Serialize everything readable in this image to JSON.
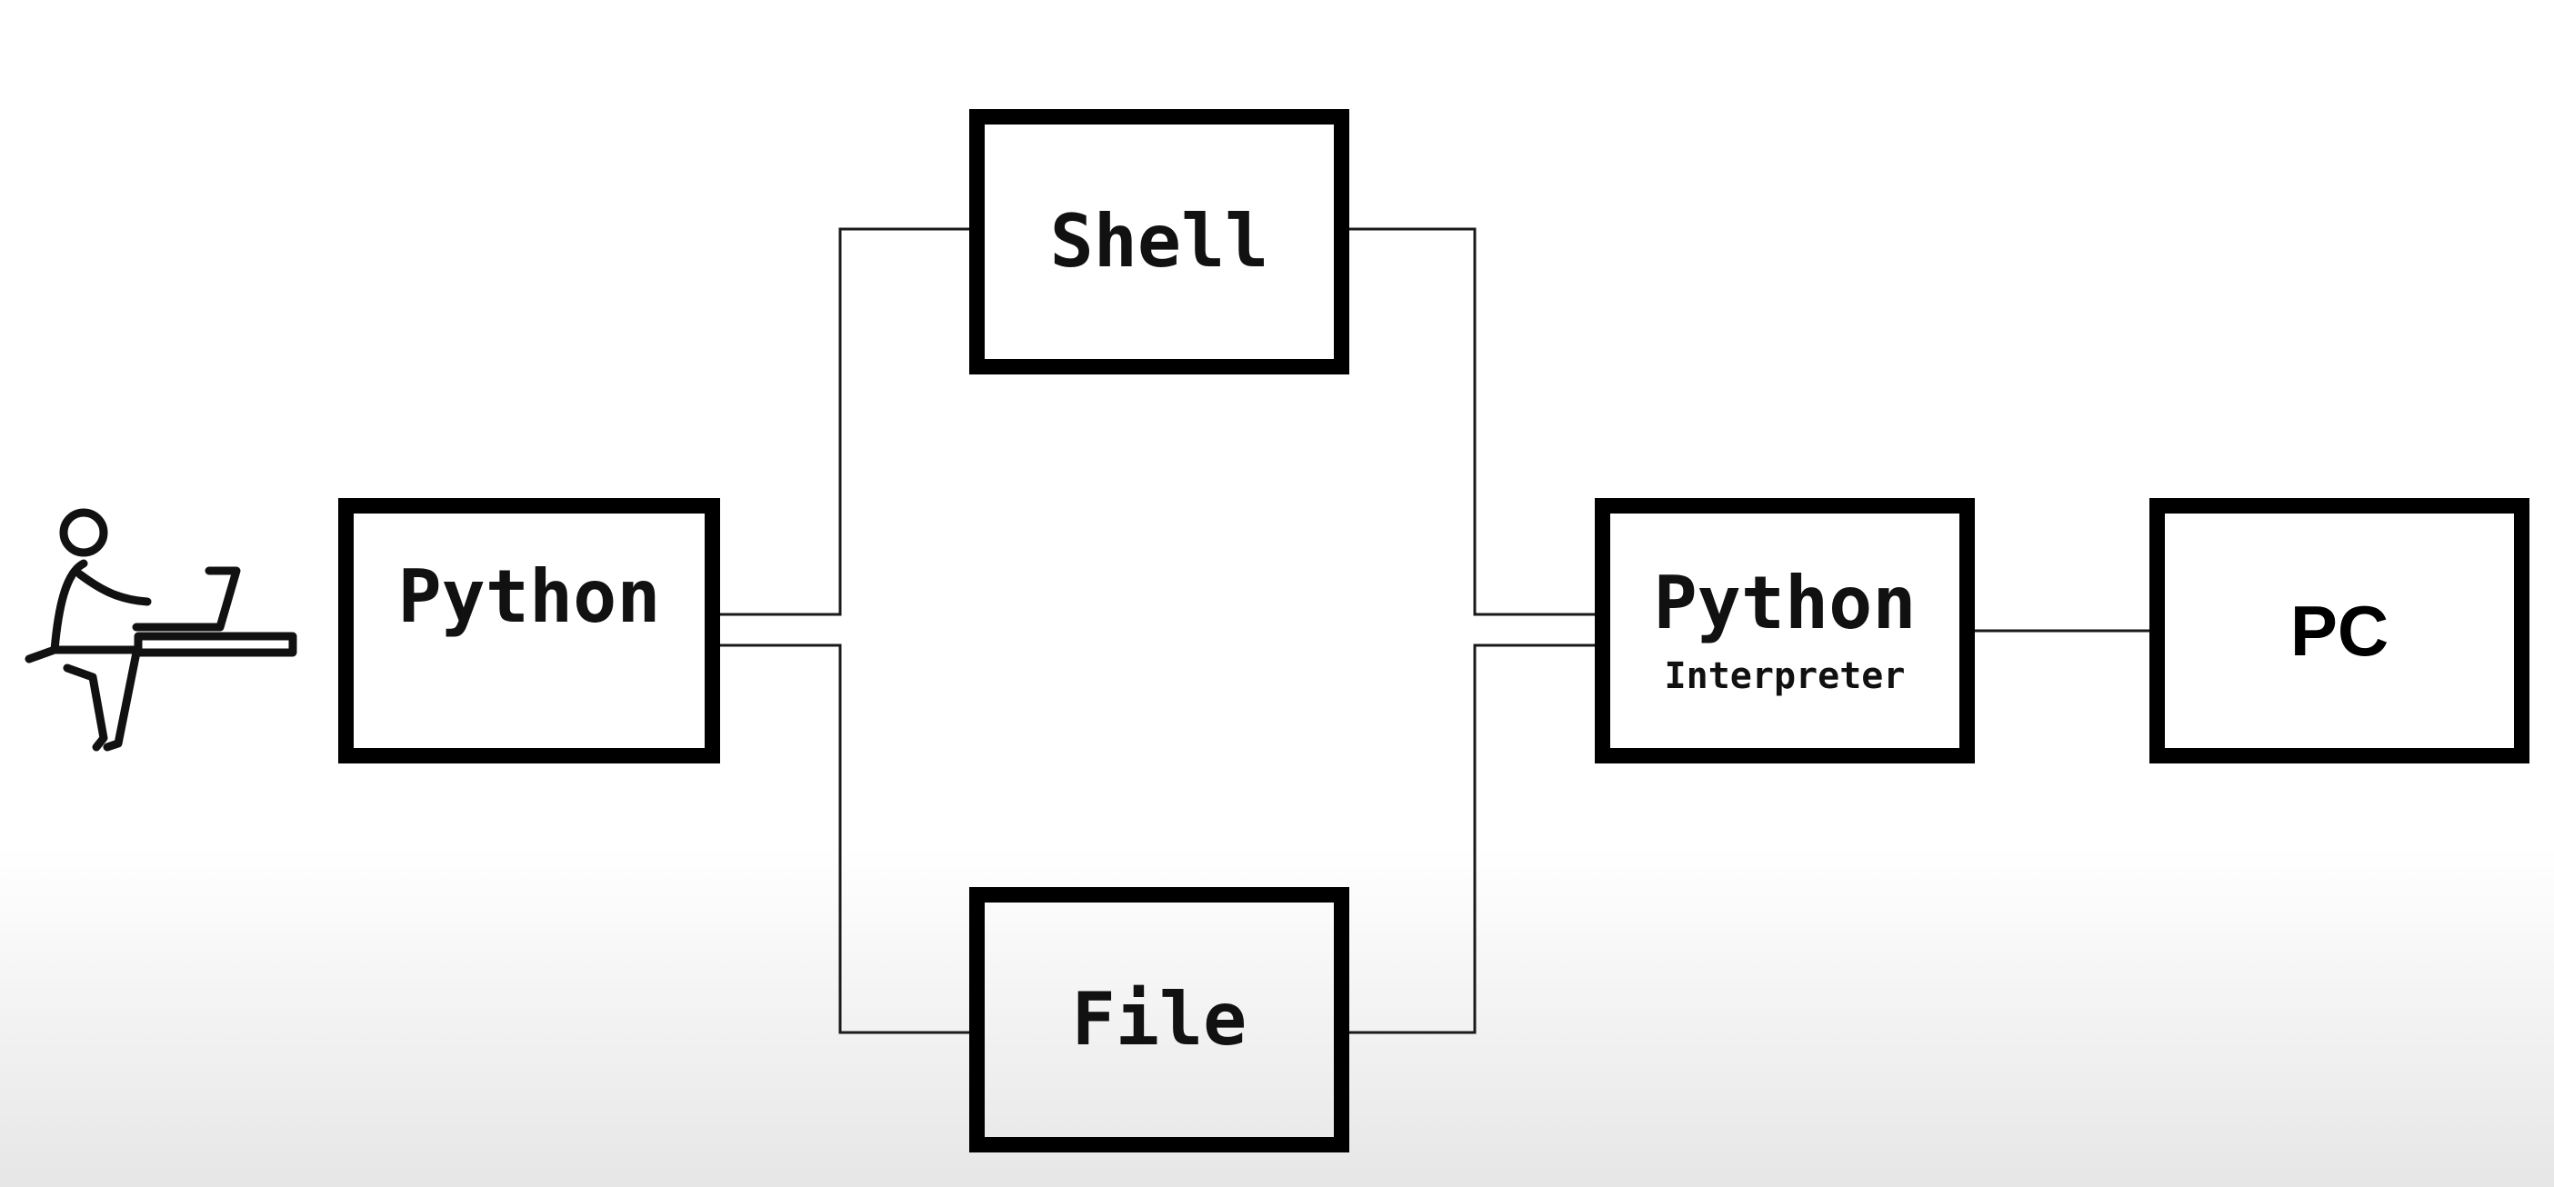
{
  "diagram": {
    "nodes": {
      "python": {
        "label": "Python"
      },
      "shell": {
        "label": "Shell"
      },
      "file": {
        "label": "File"
      },
      "interpreter": {
        "label": "Python",
        "sublabel": "Interpreter"
      },
      "pc": {
        "label": "PC"
      }
    },
    "user_icon": "person-at-laptop-icon",
    "edges": [
      {
        "from": "python",
        "to": "shell"
      },
      {
        "from": "python",
        "to": "file"
      },
      {
        "from": "shell",
        "to": "interpreter"
      },
      {
        "from": "file",
        "to": "interpreter"
      },
      {
        "from": "interpreter",
        "to": "pc"
      }
    ],
    "colors": {
      "stroke": "#000000",
      "text": "#111111",
      "background_top": "#ffffff",
      "background_bottom": "#e6e6e6"
    }
  }
}
